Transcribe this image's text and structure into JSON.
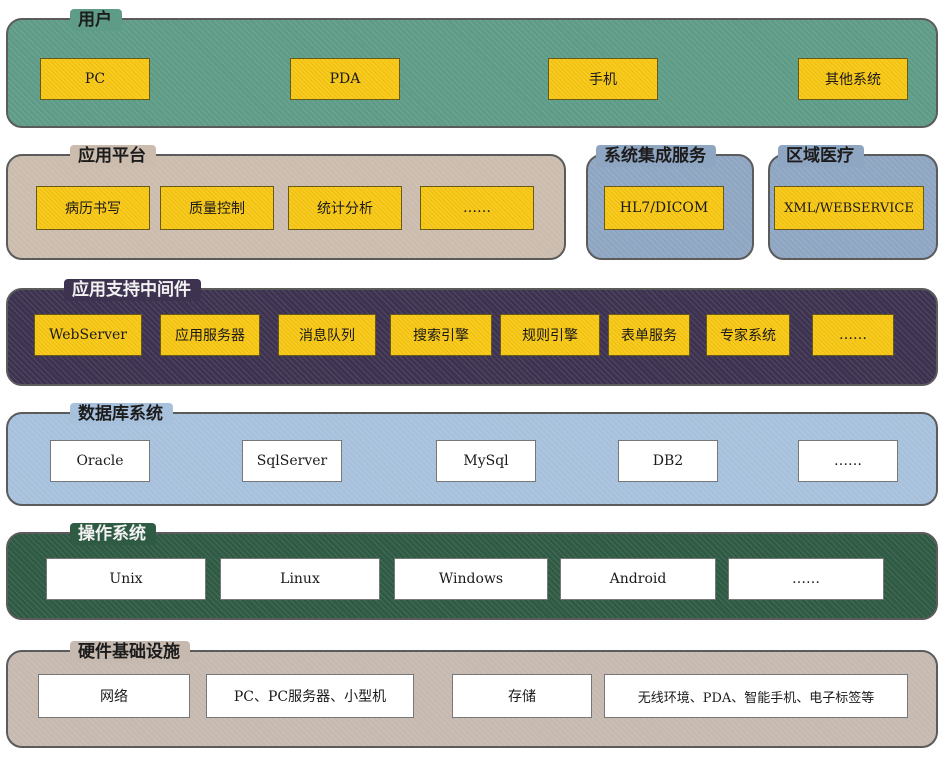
{
  "layers": {
    "user": {
      "title": "用户",
      "items": [
        "PC",
        "PDA",
        "手机",
        "其他系统"
      ]
    },
    "app_platform": {
      "title": "应用平台",
      "items": [
        "病历书写",
        "质量控制",
        "统计分析",
        "……"
      ]
    },
    "integration": {
      "title": "系统集成服务",
      "items": [
        "HL7/DICOM"
      ]
    },
    "regional": {
      "title": "区域医疗",
      "items": [
        "XML/WEBSERVICE"
      ]
    },
    "middleware": {
      "title": "应用支持中间件",
      "items": [
        "WebServer",
        "应用服务器",
        "消息队列",
        "搜索引擎",
        "规则引擎",
        "表单服务",
        "专家系统",
        "……"
      ]
    },
    "database": {
      "title": "数据库系统",
      "items": [
        "Oracle",
        "SqlServer",
        "MySql",
        "DB2",
        "……"
      ]
    },
    "os": {
      "title": "操作系统",
      "items": [
        "Unix",
        "Linux",
        "Windows",
        "Android",
        "……"
      ]
    },
    "hardware": {
      "title": "硬件基础设施",
      "items": [
        "网络",
        "PC、PC服务器、小型机",
        "存储",
        "无线环境、PDA、智能手机、电子标签等"
      ]
    }
  },
  "colors": {
    "user_bg": "#5e9c87",
    "app_bg": "#cbbcae",
    "service_bg": "#8fa6c2",
    "middleware_bg": "#3d3350",
    "database_bg": "#a7c1dc",
    "os_bg": "#2f5a44",
    "hardware_bg": "#c6bab0",
    "yellow_box": "#fbcb1c"
  }
}
